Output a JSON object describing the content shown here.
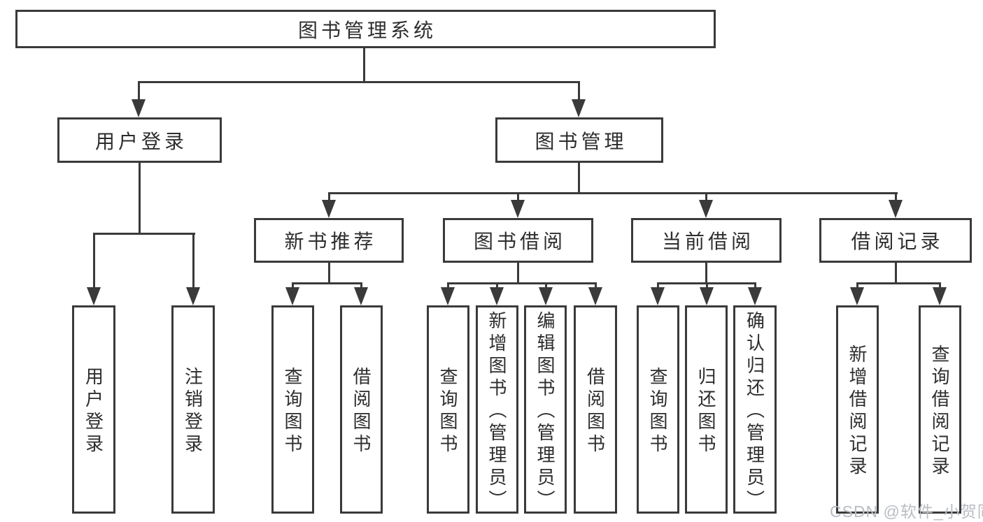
{
  "diagram": {
    "type": "hierarchy-tree",
    "orientation": "top-down"
  },
  "colors": {
    "line": "#3a3a3a",
    "text": "#2d2d2d",
    "background": "#ffffff",
    "watermark": "#b9bdc3"
  },
  "nodes": {
    "root": "图书管理系统",
    "user_login": "用户登录",
    "book_mgmt": "图书管理",
    "user_login_children": [
      "用户登录",
      "注销登录"
    ],
    "new_books": "新书推荐",
    "book_borrow": "图书借阅",
    "current_borrow": "当前借阅",
    "borrow_records": "借阅记录",
    "new_books_children": [
      "查询图书",
      "借阅图书"
    ],
    "book_borrow_children": [
      "查询图书",
      "新增图书（管理员）",
      "编辑图书（管理员）",
      "借阅图书"
    ],
    "current_borrow_children": [
      "查询图书",
      "归还图书",
      "确认归还（管理员）"
    ],
    "borrow_records_children": [
      "新增借阅记录",
      "查询借阅记录"
    ]
  },
  "watermark": {
    "text": "CSDN @软件_小贺同学"
  }
}
